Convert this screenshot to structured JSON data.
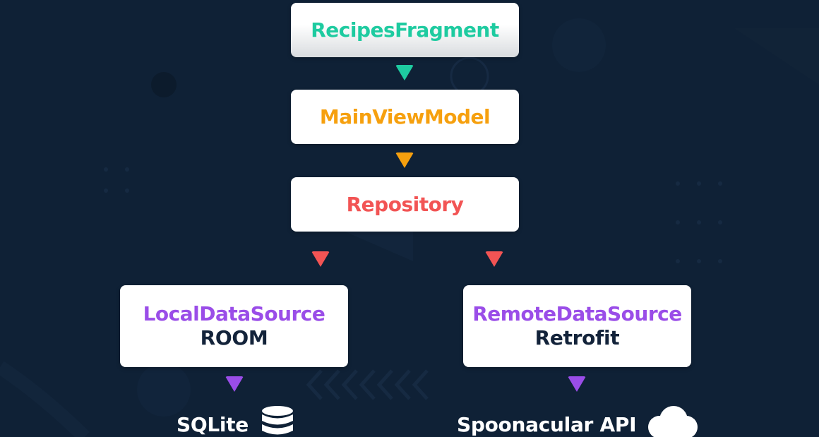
{
  "diagram": {
    "nodes": {
      "fragment": {
        "title": "RecipesFragment",
        "color": "#1ecba0"
      },
      "viewmodel": {
        "title": "MainViewModel",
        "color": "#f6a00e"
      },
      "repository": {
        "title": "Repository",
        "color": "#f25454"
      },
      "local": {
        "title": "LocalDataSource",
        "subtitle": "ROOM",
        "color": "#9a4de8"
      },
      "remote": {
        "title": "RemoteDataSource",
        "subtitle": "Retrofit",
        "color": "#9a4de8"
      }
    },
    "outputs": {
      "sqlite": {
        "label": "SQLite",
        "icon": "database-icon"
      },
      "api": {
        "label": "Spoonacular API",
        "icon": "cloud-icon"
      }
    },
    "arrow_colors": {
      "fragment": "#1ecba0",
      "viewmodel": "#f6a00e",
      "repository": "#f25454",
      "datasource": "#9a4de8"
    },
    "background_color": "#0f2136"
  }
}
